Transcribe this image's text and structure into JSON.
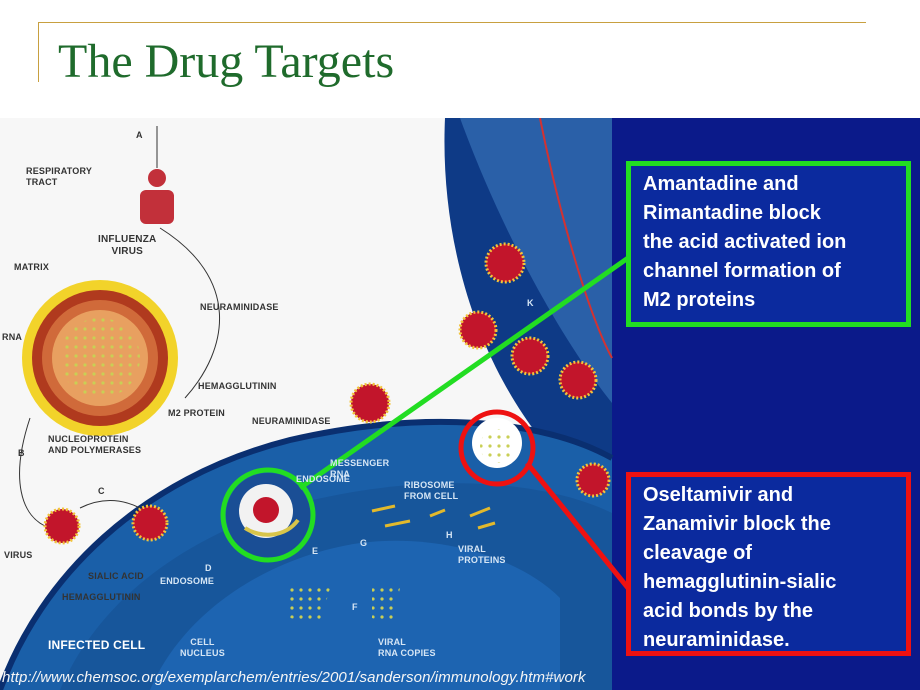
{
  "slide": {
    "title": "The Drug Targets",
    "source_url": "http://www.chemsoc.org/exemplarchem/entries/2001/sanderson/immunology.htm#work"
  },
  "callouts": {
    "amantadine": "Amantadine and\nRimantadine block\nthe acid activated ion\nchannel formation of\nM2 proteins",
    "oseltamivir": "Oseltamivir and\nZanamivir block the\ncleavage of\nhemagglutinin-sialic\nacid bonds by the\nneuraminidase."
  },
  "diagram": {
    "step_labels": {
      "a": "a",
      "b": "b",
      "c": "c",
      "d": "d",
      "e": "e",
      "f": "f",
      "g": "g",
      "h": "h",
      "k": "k"
    },
    "labels": {
      "respiratory_tract": "RESPIRATORY\nTRACT",
      "influenza_virus": "INFLUENZA\nVIRUS",
      "matrix": "MATRIX",
      "rna": "RNA",
      "neuraminidase_1": "NEURAMINIDASE",
      "hemagglutinin_1": "HEMAGGLUTININ",
      "m2_protein": "M2 PROTEIN",
      "nucleoprotein": "NUCLEOPROTEIN\nAND POLYMERASES",
      "neuraminidase_2": "NEURAMINIDASE",
      "virus": "VIRUS",
      "sialic_acid": "SIALIC ACID",
      "hemagglutinin_2": "HEMAGGLUTININ",
      "endosome_1": "ENDOSOME",
      "endosome_2": "ENDOSOME",
      "messenger_rna": "MESSENGER\nRNA",
      "ribosome_from_cell": "RIBOSOME\nFROM CELL",
      "viral_proteins": "VIRAL\nPROTEINS",
      "viral_rna_copies": "VIRAL\nRNA COPIES",
      "infected_cell": "INFECTED CELL",
      "cell_nucleus": "CELL\nNUCLEUS"
    }
  }
}
